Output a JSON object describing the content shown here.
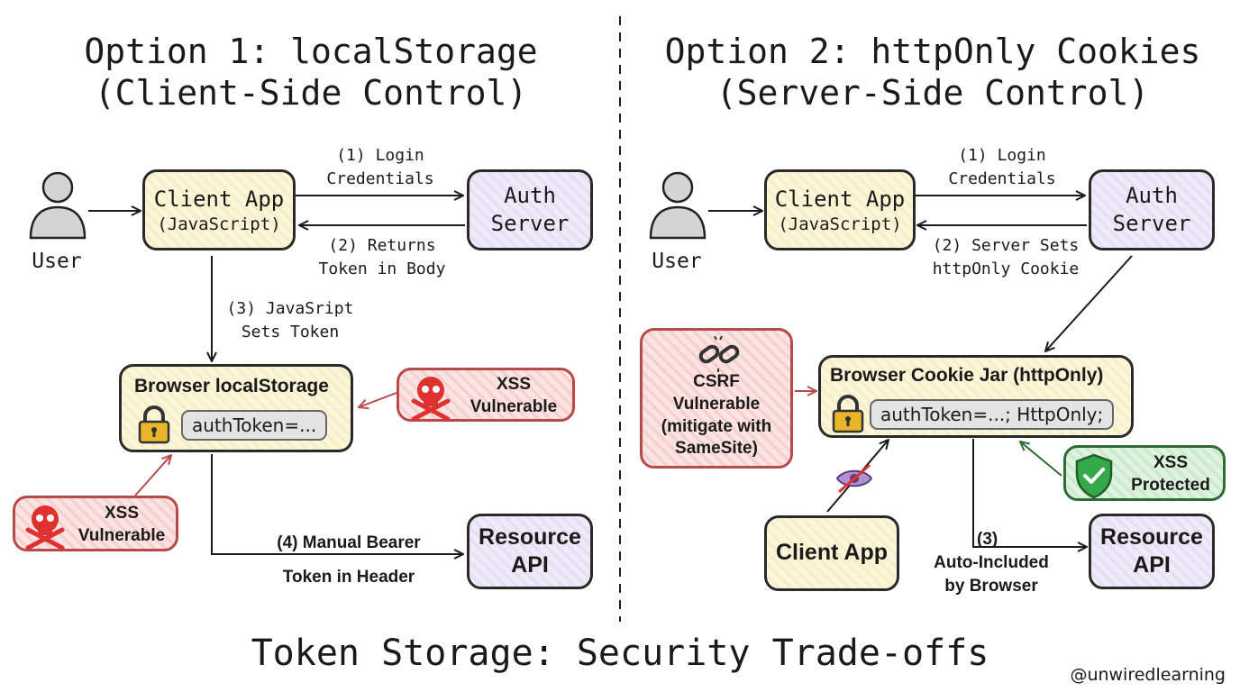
{
  "option1": {
    "title_line1": "Option 1: localStorage",
    "title_line2": "(Client-Side Control)",
    "user_label": "User",
    "client_app": {
      "name": "Client App",
      "sub": "(JavaScript)"
    },
    "auth_server": {
      "line1": "Auth",
      "line2": "Server"
    },
    "login_label": {
      "line1": "(1) Login",
      "line2": "Credentials"
    },
    "returns_label": {
      "line1": "(2) Returns",
      "line2": "Token in Body"
    },
    "js_label": {
      "line1": "(3) JavaSript",
      "line2": "Sets Token"
    },
    "storage": {
      "title": "Browser localStorage",
      "token": "authToken=..."
    },
    "xss_right": {
      "line1": "XSS",
      "line2": "Vulnerable"
    },
    "xss_left": {
      "line1": "XSS",
      "line2": "Vulnerable"
    },
    "bearer_label": {
      "line1": "(4) Manual Bearer",
      "line2": "Token in Header"
    },
    "resource_api": {
      "line1": "Resource",
      "line2": "API"
    }
  },
  "option2": {
    "title_line1": "Option 2: httpOnly Cookies",
    "title_line2": "(Server-Side Control)",
    "user_label": "User",
    "client_app": {
      "name": "Client App",
      "sub": "(JavaScript)"
    },
    "auth_server": {
      "line1": "Auth",
      "line2": "Server"
    },
    "login_label": {
      "line1": "(1) Login",
      "line2": "Credentials"
    },
    "sets_label": {
      "line1": "(2) Server Sets",
      "line2": "httpOnly Cookie"
    },
    "csrf": {
      "line1": "CSRF",
      "line2": "Vulnerable",
      "line3": "(mitigate with",
      "line4": "SameSite)"
    },
    "cookie_jar": {
      "title": "Browser Cookie Jar (httpOnly)",
      "token": "authToken=...; HttpOnly;"
    },
    "xss": {
      "line1": "XSS",
      "line2": "Protected"
    },
    "client_app_bottom": "Client App",
    "auto_label": {
      "line1": "(3)",
      "line2": "Auto-Included",
      "line3": "by Browser"
    },
    "resource_api": {
      "line1": "Resource",
      "line2": "API"
    }
  },
  "footer": {
    "title": "Token Storage: Security Trade-offs",
    "handle": "@unwiredlearning"
  },
  "colors": {
    "client": "#fbf5d9",
    "server": "#efeaf8",
    "danger": "#fbe3e3",
    "safe": "#def2df",
    "danger_line": "#b84a4a",
    "safe_line": "#2f6b34",
    "lock": "#e9b52a",
    "skull": "#e03131"
  },
  "icons": [
    "user-icon",
    "lock-icon",
    "skull-icon",
    "broken-chain-icon",
    "shield-check-icon",
    "eye-slash-icon"
  ]
}
